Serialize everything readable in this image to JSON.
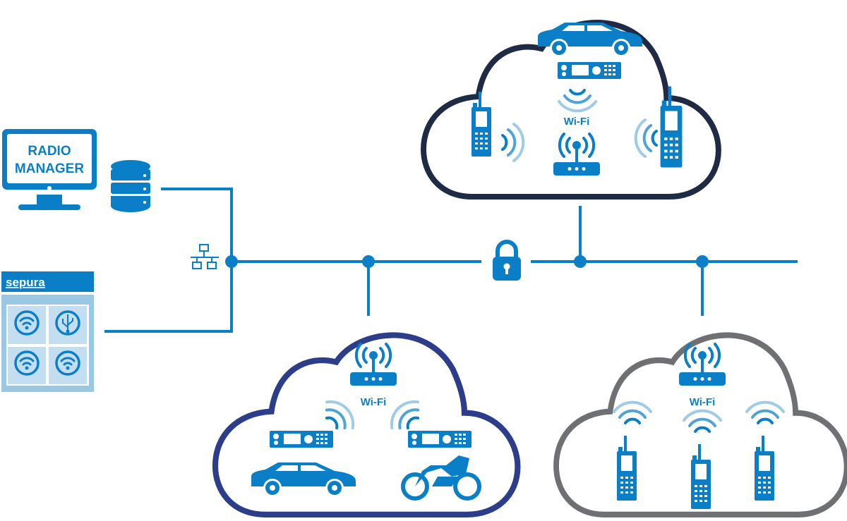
{
  "colors": {
    "accent": "#0a7fc8",
    "light_accent": "#9fcbe6",
    "cloud_top": "#1f2a44",
    "cloud_bottom_left": "#2c3d8a",
    "cloud_bottom_right": "#6f7073"
  },
  "radio_manager": {
    "line1": "RADIO",
    "line2": "MANAGER"
  },
  "sepura_panel": {
    "brand": "sepura",
    "tiles": [
      "wifi-icon",
      "usb-icon",
      "wifi-icon",
      "wifi-icon"
    ]
  },
  "clouds": {
    "top": {
      "label": "Wi-Fi"
    },
    "bottom_left": {
      "label": "Wi-Fi"
    },
    "bottom_right": {
      "label": "Wi-Fi"
    }
  }
}
